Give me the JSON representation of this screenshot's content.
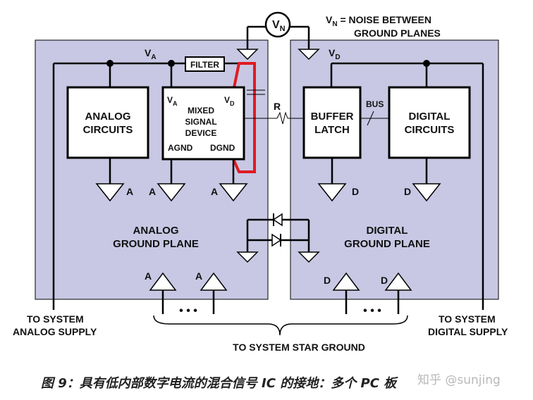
{
  "noise_note": {
    "vn": "VN",
    "line1": "V",
    "sub": "N",
    "rest": "= NOISE BETWEEN",
    "line2": "GROUND PLANES"
  },
  "supply": {
    "va": "V",
    "va_sub": "A",
    "vd": "V",
    "vd_sub": "D"
  },
  "filter": "FILTER",
  "analog_circuits": [
    "ANALOG",
    "CIRCUITS"
  ],
  "mixed_device": {
    "lines": [
      "MIXED",
      "SIGNAL",
      "DEVICE"
    ],
    "va": "V",
    "va_sub": "A",
    "vd": "V",
    "vd_sub": "D",
    "agnd": "AGND",
    "dgnd": "DGND"
  },
  "buffer_latch": [
    "BUFFER",
    "LATCH"
  ],
  "digital_circuits": [
    "DIGITAL",
    "CIRCUITS"
  ],
  "bus": "BUS",
  "resistor": "R",
  "ground_labels": {
    "a": "A",
    "d": "D"
  },
  "analog_plane": [
    "ANALOG",
    "GROUND PLANE"
  ],
  "digital_plane": [
    "DIGITAL",
    "GROUND PLANE"
  ],
  "analog_supply": [
    "TO SYSTEM",
    "ANALOG SUPPLY"
  ],
  "digital_supply": [
    "TO SYSTEM",
    "DIGITAL SUPPLY"
  ],
  "ellipsis": "• • •",
  "star_ground": "TO SYSTEM STAR GROUND",
  "caption": "图 9：具有低内部数字电流的混合信号 IC 的接地：多个 PC 板",
  "watermark": "知乎 @sunjing",
  "colors": {
    "plane": "#c8c8e4",
    "red": "#e01b22",
    "line": "#000000"
  }
}
